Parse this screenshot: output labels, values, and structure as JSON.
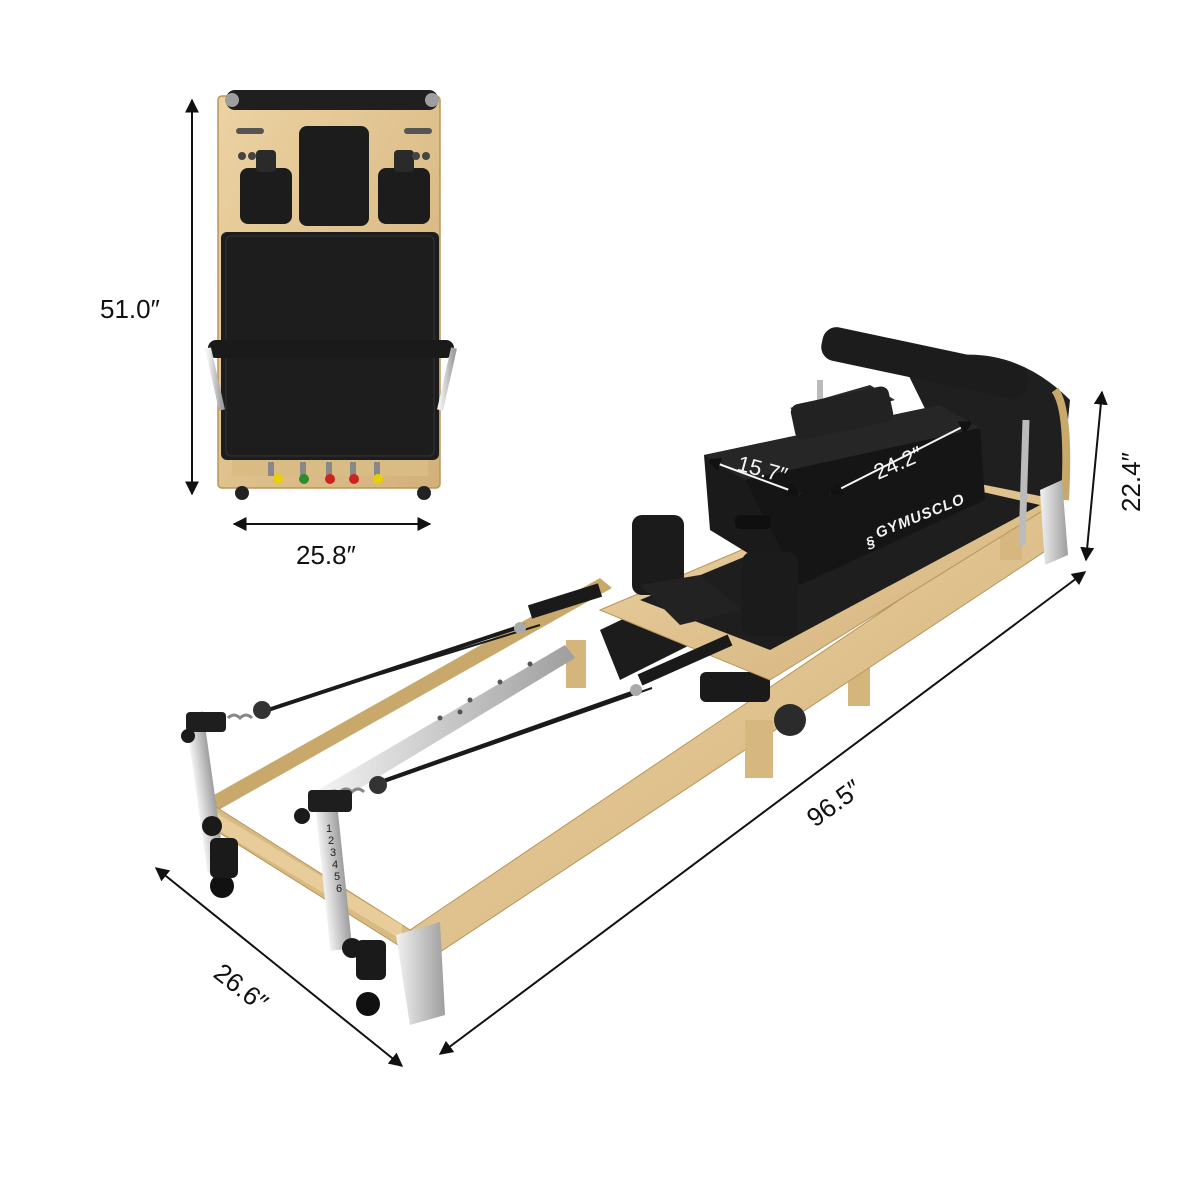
{
  "product": {
    "brand": "GYMUSCLO",
    "resistance_scale": [
      "1",
      "2",
      "3",
      "4",
      "5",
      "6"
    ]
  },
  "dimensions": {
    "folded_height": "51.0″",
    "folded_width": "25.8″",
    "length": "96.5″",
    "width": "26.6″",
    "height": "22.4″",
    "box_width": "15.7″",
    "box_length": "24.2″"
  },
  "colors": {
    "wood": "#e0c48e",
    "wood_dark": "#c9a86b",
    "upholstery": "#1e1e1e",
    "metal": "#bdbdbd",
    "dimension_line": "#111111"
  }
}
